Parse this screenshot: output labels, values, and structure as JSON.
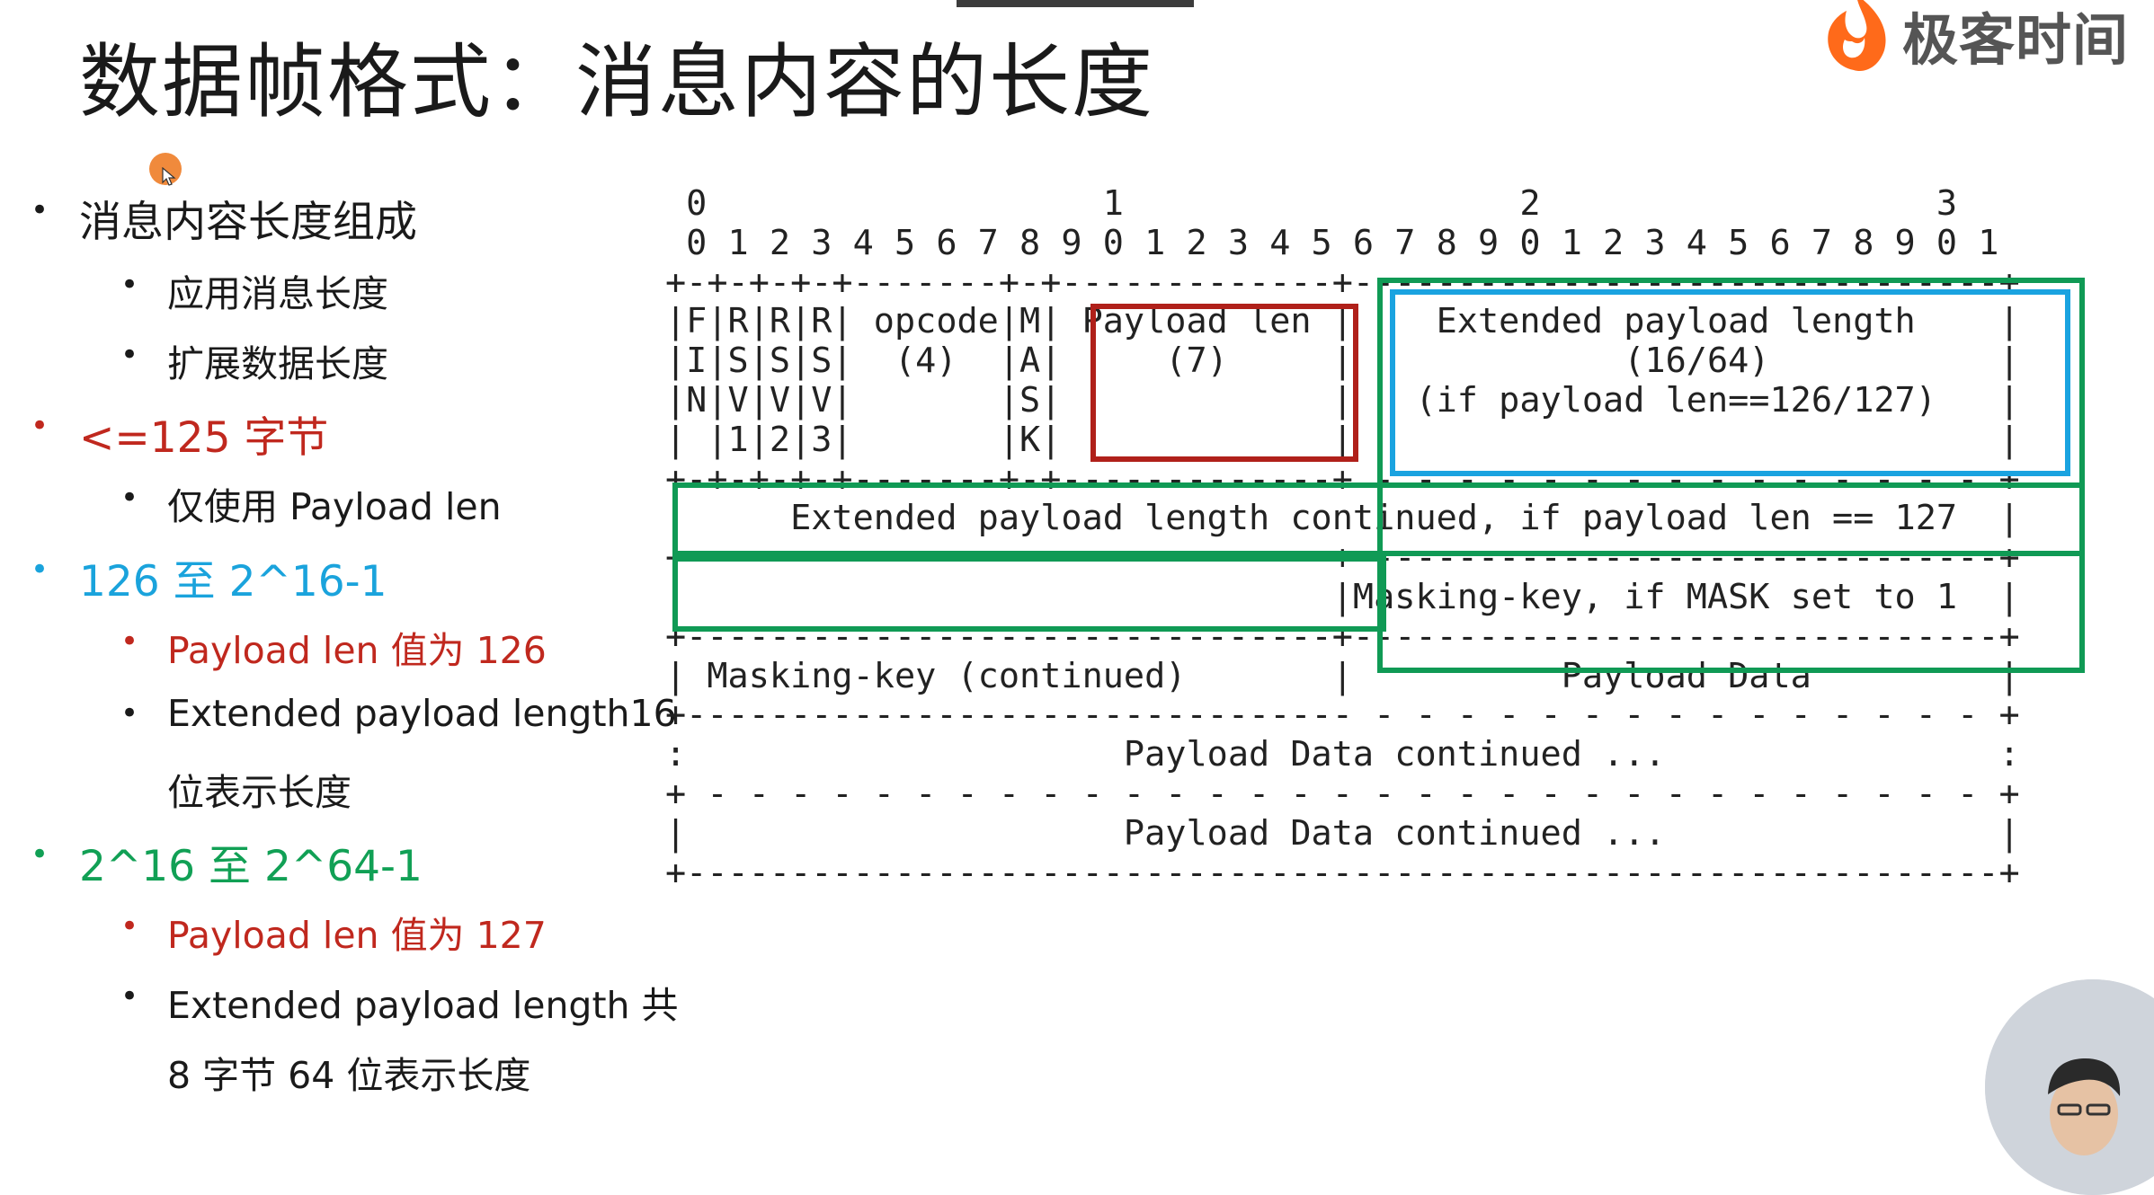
{
  "page": {
    "title": "数据帧格式：消息内容的长度",
    "logo_text": "极客时间",
    "logo_color": "#ff6a1a",
    "accent_colors": {
      "red": "#c0281e",
      "blue": "#1aa3dc",
      "green": "#11a055"
    }
  },
  "bullets": [
    {
      "level": 1,
      "color": "dark",
      "text": "消息内容长度组成"
    },
    {
      "level": 2,
      "color": "dark",
      "text": "应用消息长度"
    },
    {
      "level": 2,
      "color": "dark",
      "text": "扩展数据长度"
    },
    {
      "level": 1,
      "color": "red",
      "text": "<=125 字节"
    },
    {
      "level": 2,
      "color": "dark",
      "text": "仅使用 Payload len"
    },
    {
      "level": 1,
      "color": "blue",
      "text": "126 至 2^16-1"
    },
    {
      "level": 2,
      "color": "red",
      "text": "Payload len 值为 126"
    },
    {
      "level": 2,
      "color": "dark",
      "text": "Extended payload length16"
    },
    {
      "level": 0,
      "color": "dark",
      "text": "位表示长度"
    },
    {
      "level": 1,
      "color": "green",
      "text": "2^16 至 2^64-1"
    },
    {
      "level": 2,
      "color": "red",
      "text": "Payload len 值为 127"
    },
    {
      "level": 2,
      "color": "dark",
      "text": "Extended payload length 共"
    },
    {
      "level": 0,
      "color": "dark",
      "text": "8 字节 64 位表示长度"
    }
  ],
  "diagram": {
    "lines": [
      " 0                   1                   2                   3",
      " 0 1 2 3 4 5 6 7 8 9 0 1 2 3 4 5 6 7 8 9 0 1 2 3 4 5 6 7 8 9 0 1",
      "+-+-+-+-+-------+-+-------------+-------------------------------+",
      "|F|R|R|R| opcode|M| Payload len |    Extended payload length    |",
      "|I|S|S|S|  (4)  |A|     (7)     |             (16/64)           |",
      "|N|V|V|V|       |S|             |   (if payload len==126/127)   |",
      "| |1|2|3|       |K|             |                               |",
      "+-+-+-+-+-------+-+-------------+ - - - - - - - - - - - - - - - +",
      "|     Extended payload length continued, if payload len == 127  |",
      "+ - - - - - - - - - - - - - - - +-------------------------------+",
      "|                               |Masking-key, if MASK set to 1  |",
      "+-------------------------------+-------------------------------+",
      "| Masking-key (continued)       |          Payload Data         |",
      "+-------------------------------- - - - - - - - - - - - - - - - +",
      ":                     Payload Data continued ...                :",
      "+ - - - - - - - - - - - - - - - - - - - - - - - - - - - - - - - +",
      "|                     Payload Data continued ...                |",
      "+---------------------------------------------------------------+"
    ]
  }
}
